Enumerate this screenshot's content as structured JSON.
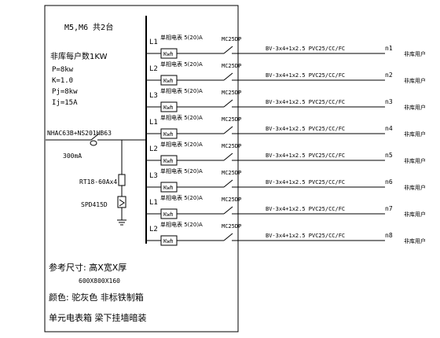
{
  "panel": {
    "header": "M5,M6",
    "count": "共2台",
    "title": "非库每户数1KW",
    "params": [
      "P=8kw",
      "K=1.0",
      "Pj=8kw",
      "Ij=15A"
    ],
    "main_breaker": "NHAC63B+NS201HB63",
    "rcd": "300mA",
    "fuse": "RT18-60Ax4",
    "spd": "SPD415D",
    "notes": {
      "size_label": "参考尺寸: 高X宽X厚",
      "size_value": "600X800X160",
      "color": "颜色: 驼灰色 非标铁制箱",
      "install": "单元电表箱 梁下挂墙暗装"
    }
  },
  "circuits": [
    {
      "phase": "L1",
      "meter_label": "单相电表 5(20)A",
      "meter": "Kwh",
      "breaker": "MC25DP",
      "cable": "BV-3x4+1x2.5 PVC25/CC/FC",
      "id": "n1",
      "load": "非库用户"
    },
    {
      "phase": "L2",
      "meter_label": "单相电表 5(20)A",
      "meter": "Kwh",
      "breaker": "MC25DP",
      "cable": "BV-3x4+1x2.5 PVC25/CC/FC",
      "id": "n2",
      "load": "非库用户"
    },
    {
      "phase": "L3",
      "meter_label": "单相电表 5(20)A",
      "meter": "Kwh",
      "breaker": "MC25DP",
      "cable": "BV-3x4+1x2.5 PVC25/CC/FC",
      "id": "n3",
      "load": "非库用户"
    },
    {
      "phase": "L1",
      "meter_label": "单相电表 5(20)A",
      "meter": "Kwh",
      "breaker": "MC25DP",
      "cable": "BV-3x4+1x2.5 PVC25/CC/FC",
      "id": "n4",
      "load": "非库用户"
    },
    {
      "phase": "L2",
      "meter_label": "单相电表 5(20)A",
      "meter": "Kwh",
      "breaker": "MC25DP",
      "cable": "BV-3x4+1x2.5 PVC25/CC/FC",
      "id": "n5",
      "load": "非库用户"
    },
    {
      "phase": "L3",
      "meter_label": "单相电表 5(20)A",
      "meter": "Kwh",
      "breaker": "MC25DP",
      "cable": "BV-3x4+1x2.5 PVC25/CC/FC",
      "id": "n6",
      "load": "非库用户"
    },
    {
      "phase": "L1",
      "meter_label": "单相电表 5(20)A",
      "meter": "Kwh",
      "breaker": "MC25DP",
      "cable": "BV-3x4+1x2.5 PVC25/CC/FC",
      "id": "n7",
      "load": "非库用户"
    },
    {
      "phase": "L2",
      "meter_label": "单相电表 5(20)A",
      "meter": "Kwh",
      "breaker": "MC25DP",
      "cable": "BV-3x4+1x2.5 PVC25/CC/FC",
      "id": "n8",
      "load": "非库用户"
    }
  ]
}
